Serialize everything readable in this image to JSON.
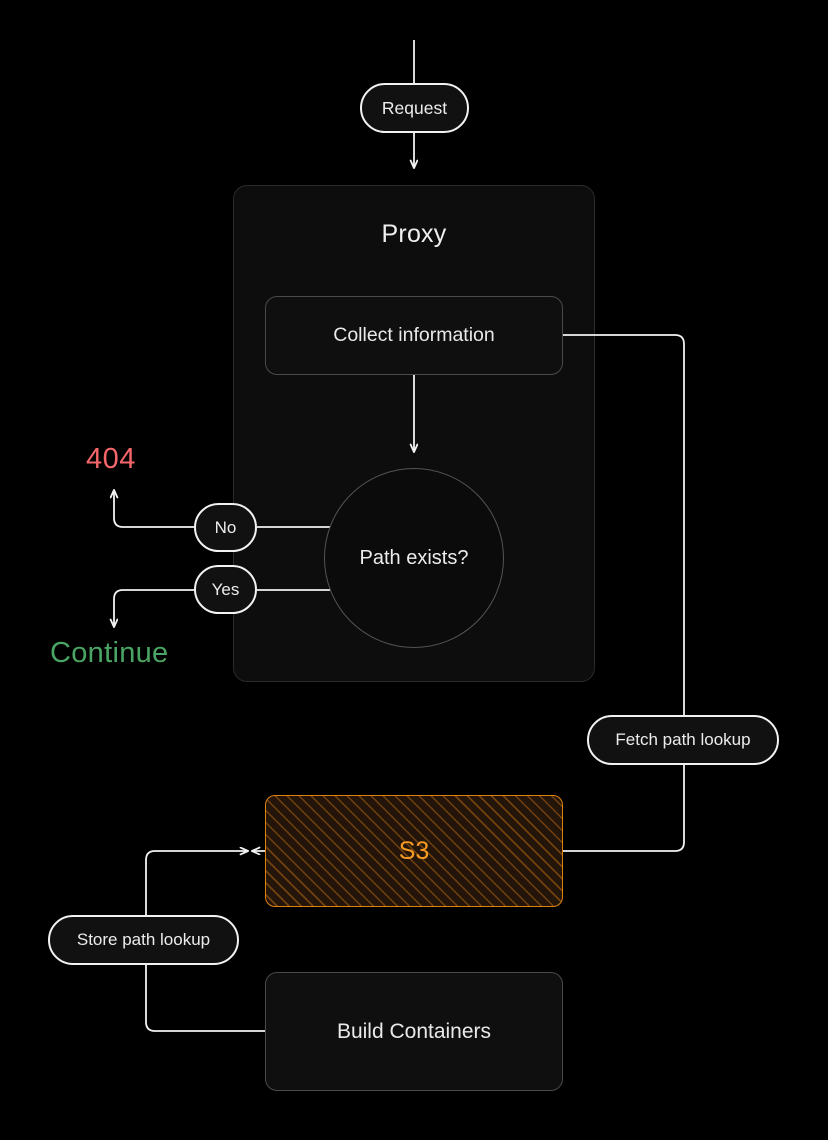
{
  "diagram": {
    "title": "Proxy request path-lookup flow",
    "background_color": "#000000",
    "groups": [
      {
        "id": "proxy",
        "label": "Proxy",
        "fill": "#0d0d0d",
        "stroke": "#2b2b2b"
      }
    ],
    "nodes": {
      "request": {
        "label": "Request",
        "shape": "stadium"
      },
      "proxy_title": {
        "label": "Proxy",
        "shape": "group-title"
      },
      "collect_information": {
        "label": "Collect information",
        "shape": "rounded-rect"
      },
      "path_exists": {
        "label": "Path exists?",
        "shape": "circle"
      },
      "no_pill": {
        "label": "No",
        "shape": "stadium"
      },
      "yes_pill": {
        "label": "Yes",
        "shape": "stadium"
      },
      "label_404": {
        "label": "404",
        "shape": "text",
        "color": "#f4666a"
      },
      "label_continue": {
        "label": "Continue",
        "shape": "text",
        "color": "#4aa564"
      },
      "fetch_path_lookup": {
        "label": "Fetch path lookup",
        "shape": "stadium"
      },
      "store_path_lookup": {
        "label": "Store path lookup",
        "shape": "stadium"
      },
      "s3": {
        "label": "S3",
        "shape": "rounded-rect-hatched",
        "color": "#f59b24",
        "border_color": "#e08010",
        "fill": "#24150a"
      },
      "build_containers": {
        "label": "Build Containers",
        "shape": "rounded-rect"
      }
    },
    "edges": [
      {
        "from": "entry",
        "to": "request",
        "arrow": false
      },
      {
        "from": "request",
        "to": "proxy",
        "arrow": true
      },
      {
        "from": "collect_information",
        "to": "path_exists",
        "arrow": true
      },
      {
        "from": "path_exists",
        "to": "no_pill",
        "arrow": false
      },
      {
        "from": "no_pill",
        "to": "label_404",
        "arrow": true
      },
      {
        "from": "path_exists",
        "to": "yes_pill",
        "arrow": false
      },
      {
        "from": "yes_pill",
        "to": "label_continue",
        "arrow": true
      },
      {
        "from": "collect_information",
        "to": "s3",
        "arrow": true,
        "label": "Fetch path lookup"
      },
      {
        "from": "build_containers",
        "to": "s3",
        "arrow": true,
        "label": "Store path lookup"
      }
    ],
    "edge_color": "#f2f2f2"
  }
}
